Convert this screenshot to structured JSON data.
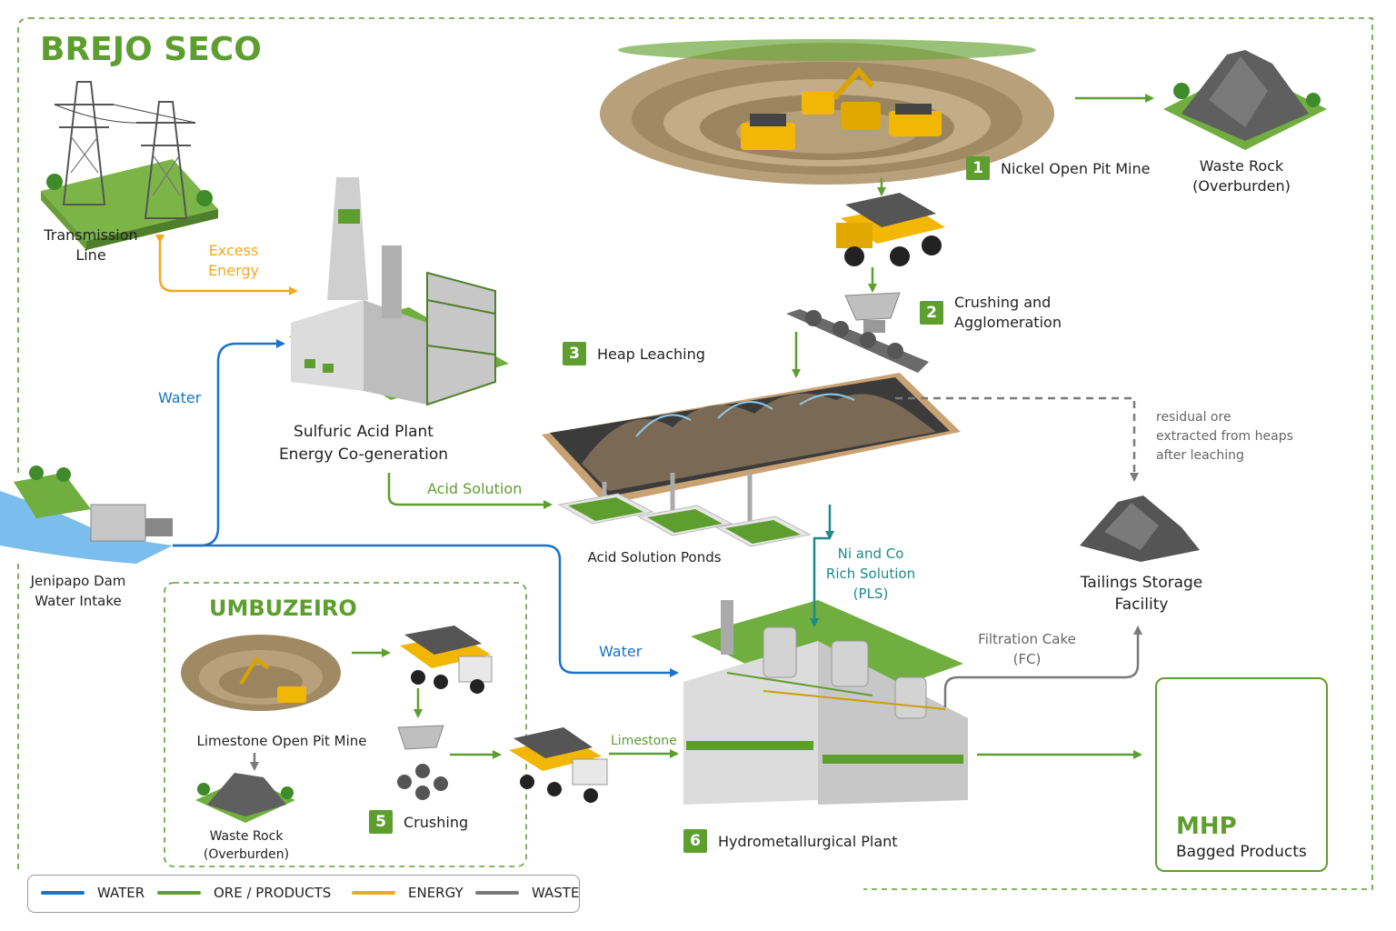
{
  "title": "BREJO SECO",
  "umbuzeiro_title": "UMBUZEIRO",
  "steps": {
    "s1": {
      "num": "1",
      "label": "Nickel Open Pit Mine"
    },
    "s2": {
      "num": "2",
      "label_line1": "Crushing and",
      "label_line2": "Agglomeration"
    },
    "s3": {
      "num": "3",
      "label": "Heap Leaching"
    },
    "s5": {
      "num": "5",
      "label": "Crushing"
    },
    "s6": {
      "num": "6",
      "label": "Hydrometallurgical Plant"
    }
  },
  "nodes": {
    "transmission": {
      "line1": "Transmission",
      "line2": "Line"
    },
    "acid_plant": {
      "line1": "Sulfuric Acid Plant",
      "line2": "Energy Co-generation"
    },
    "waste_rock": {
      "line1": "Waste Rock",
      "line2": "(Overburden)"
    },
    "dam": {
      "line1": "Jenipapo Dam",
      "line2": "Water Intake"
    },
    "ponds": "Acid Solution Ponds",
    "tailings": {
      "line1": "Tailings Storage",
      "line2": "Facility"
    },
    "limestone_mine": "Limestone Open Pit Mine",
    "waste_rock_small": {
      "line1": "Waste Rock",
      "line2": "(Overburden)"
    },
    "mhp": {
      "title": "MHP",
      "subtitle": "Bagged Products"
    }
  },
  "flows": {
    "excess_energy": {
      "line1": "Excess",
      "line2": "Energy"
    },
    "water_upper": "Water",
    "acid_solution": "Acid Solution",
    "pls": {
      "line1": "Ni and Co",
      "line2": "Rich Solution",
      "line3": "(PLS)"
    },
    "water_lower": "Water",
    "residual": {
      "line1": "residual ore",
      "line2": "extracted from heaps",
      "line3": "after leaching"
    },
    "filtration": {
      "line1": "Filtration Cake",
      "line2": "(FC)"
    },
    "limestone": "Limestone"
  },
  "legend": {
    "water": "WATER",
    "ore": "ORE / PRODUCTS",
    "energy": "ENERGY",
    "waste": "WASTE"
  },
  "colors": {
    "water": "#1a73c8",
    "ore": "#5e9e2f",
    "energy": "#f2a91f",
    "waste": "#7a7a7a",
    "pls": "#1f8a8a"
  }
}
